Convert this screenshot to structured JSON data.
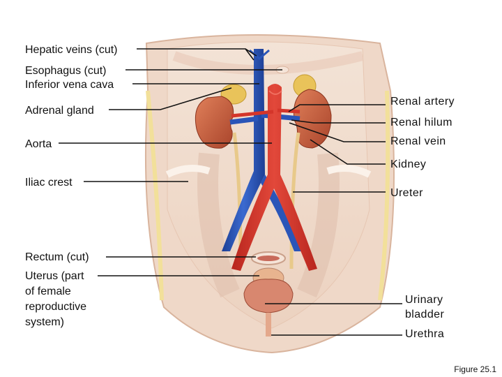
{
  "labels_left": {
    "hepatic_veins": "Hepatic veins (cut)",
    "esophagus": "Esophagus (cut)",
    "ivc": "Inferior vena cava",
    "adrenal": "Adrenal gland",
    "aorta": "Aorta",
    "iliac_crest": "Iliac crest",
    "rectum": "Rectum (cut)",
    "uterus_line1": "Uterus (part",
    "uterus_line2": "of female",
    "uterus_line3": "reproductive",
    "uterus_line4": "system)"
  },
  "labels_right": {
    "renal_artery": "Renal artery",
    "renal_hilum": "Renal hilum",
    "renal_vein": "Renal vein",
    "kidney": "Kidney",
    "ureter": "Ureter",
    "bladder_line1": "Urinary",
    "bladder_line2": "bladder",
    "urethra": "Urethra"
  },
  "figure_caption": "Figure 25.1",
  "colors": {
    "vein": "#2a55b8",
    "artery": "#d4352a",
    "kidney": "#c8603e",
    "ureter": "#e8c98a",
    "tissue": "#f0d3c0",
    "muscle": "#e3c6b6"
  }
}
